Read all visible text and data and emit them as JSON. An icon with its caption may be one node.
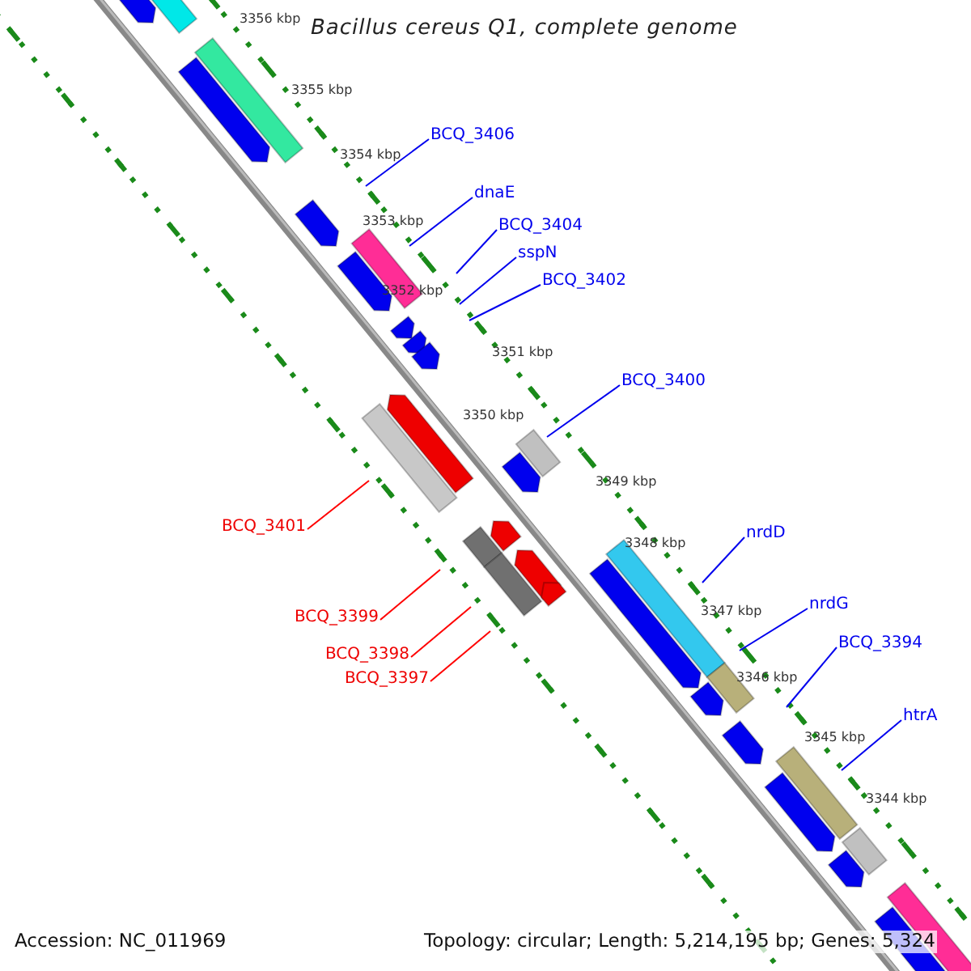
{
  "diagram": {
    "title": "Bacillus cereus Q1, complete genome",
    "nodes": [
      {
        "text": [
          "BCQ_3406"
        ]
      },
      {
        "text": [
          "dnaE"
        ]
      },
      {
        "text": [
          "BCQ_3404"
        ]
      },
      {
        "text": [
          "sspN"
        ]
      },
      {
        "text": [
          "BCQ_3402"
        ]
      },
      {
        "text": [
          "BCQ_3400"
        ]
      },
      {
        "text": [
          "BCQ_3401"
        ]
      },
      {
        "text": [
          "BCQ_3399"
        ]
      },
      {
        "text": [
          "BCQ_3398"
        ]
      },
      {
        "text": [
          "BCQ_3397"
        ]
      },
      {
        "text": [
          "nrdD"
        ]
      },
      {
        "text": [
          "nrdG"
        ]
      },
      {
        "text": [
          "BCQ_3394"
        ]
      },
      {
        "text": [
          "htrA"
        ]
      }
    ],
    "edges": [
      {
        "from": 0,
        "to": null,
        "arrow": "none"
      },
      {
        "from": 1,
        "to": null,
        "arrow": "none"
      },
      {
        "from": 2,
        "to": null,
        "arrow": "none"
      },
      {
        "from": 3,
        "to": null,
        "arrow": "none"
      },
      {
        "from": 4,
        "to": null,
        "arrow": "none"
      },
      {
        "from": 5,
        "to": null,
        "arrow": "none"
      },
      {
        "from": 6,
        "to": null,
        "arrow": "none",
        "color": "#ff0000"
      },
      {
        "from": 7,
        "to": null,
        "arrow": "none",
        "color": "#ff0000"
      },
      {
        "from": 8,
        "to": null,
        "arrow": "none",
        "color": "#ff0000"
      },
      {
        "from": 9,
        "to": null,
        "arrow": "none",
        "color": "#ff0000"
      },
      {
        "from": 10,
        "to": null,
        "arrow": "none"
      },
      {
        "from": 11,
        "to": null,
        "arrow": "none"
      },
      {
        "from": 12,
        "to": null,
        "arrow": "none"
      },
      {
        "from": 13,
        "to": null,
        "arrow": "none"
      }
    ],
    "labels": [
      "3356 kbp",
      "3355 kbp",
      "3354 kbp",
      "3353 kbp",
      "3352 kbp",
      "3351 kbp",
      "3350 kbp",
      "3349 kbp",
      "3348 kbp",
      "3347 kbp",
      "3346 kbp",
      "3345 kbp",
      "3344 kbp",
      "Accession: NC_011969",
      "Topology: circular; Length: 5,214,195 bp; Genes: 5,324"
    ]
  }
}
